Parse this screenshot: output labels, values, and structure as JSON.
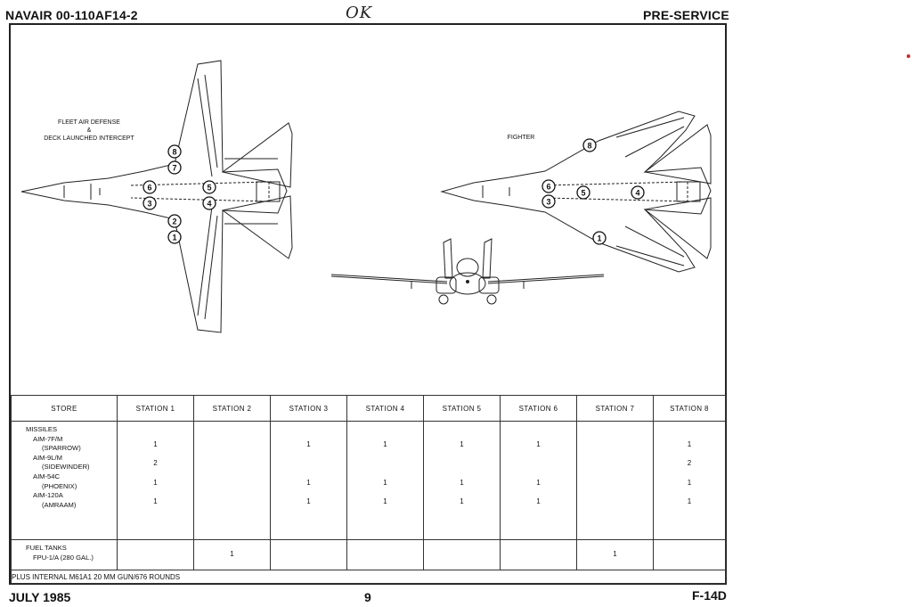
{
  "header": {
    "doc_number": "NAVAIR 00-110AF14-2",
    "annotation": "OK",
    "section": "PRE-SERVICE"
  },
  "diagrams": {
    "left_caption": [
      "FLEET AIR DEFENSE",
      "&",
      "DECK LAUNCHED INTERCEPT"
    ],
    "right_caption": "FIGHTER",
    "left_stations": [
      "8",
      "7",
      "6",
      "5",
      "3",
      "4",
      "2",
      "1"
    ],
    "right_stations": [
      "8",
      "6",
      "5",
      "4",
      "3",
      "1"
    ]
  },
  "table": {
    "headers": [
      "STORE",
      "STATION 1",
      "STATION 2",
      "STATION 3",
      "STATION 4",
      "STATION 5",
      "STATION 6",
      "STATION 7",
      "STATION 8"
    ],
    "missiles_group": {
      "lines": [
        "MISSILES",
        "AIM-7F/M",
        "(SPARROW)",
        "AIM-9L/M",
        "(SIDEWINDER)",
        "AIM-54C",
        "(PHOENIX)",
        "AIM-120A",
        "(AMRAAM)"
      ],
      "values": [
        [
          "",
          "",
          "",
          ""
        ],
        [
          "1",
          "2",
          "1",
          "1"
        ],
        [
          "",
          "",
          "",
          ""
        ],
        [
          "1",
          "",
          "1",
          "1"
        ],
        [
          "1",
          "",
          "1",
          "1"
        ],
        [
          "1",
          "",
          "1",
          "1"
        ],
        [
          "1",
          "",
          "1",
          "1"
        ],
        [
          "",
          "",
          "",
          ""
        ],
        [
          "1",
          "2",
          "1",
          "1"
        ]
      ]
    },
    "fuel_group": {
      "lines": [
        "FUEL TANKS",
        "FPU-1/A (280 GAL.)"
      ],
      "values": [
        "",
        "1",
        "",
        "",
        "",
        "",
        "1",
        ""
      ]
    },
    "footnote": "PLUS INTERNAL M61A1 20 MM GUN/676 ROUNDS"
  },
  "footer": {
    "date": "JULY 1985",
    "page": "9",
    "aircraft": "F-14D"
  }
}
